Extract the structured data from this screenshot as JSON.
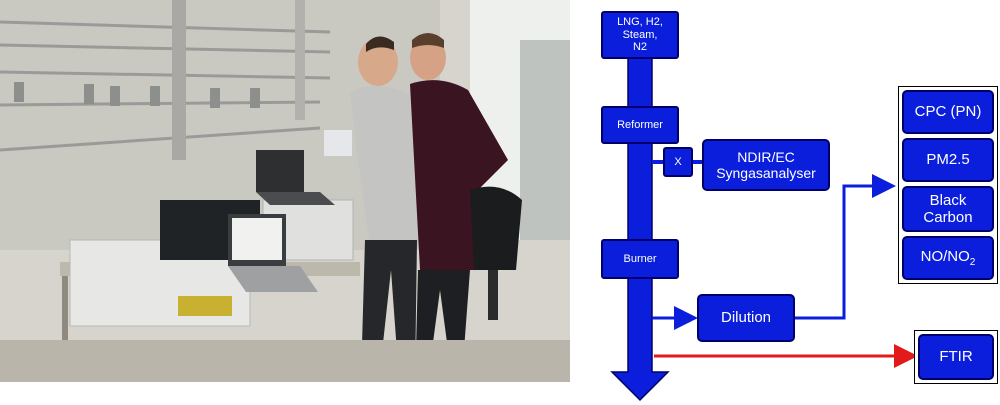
{
  "photo": {
    "icon": "lab-photo"
  },
  "diagram": {
    "input": "LNG, H2,\nSteam,\nN2",
    "reformer": "Reformer",
    "x_node": "X",
    "ndir": "NDIR/EC\nSyngasanalyser",
    "burner": "Burner",
    "dilution": "Dilution",
    "cpc": "CPC (PN)",
    "pm": "PM2.5",
    "black_carbon": "Black\nCarbon",
    "no_main": "NO/NO",
    "no_sub": "2",
    "ftir": "FTIR",
    "colors": {
      "box": "#0a1edc",
      "border": "#00006a",
      "ftir_line": "#e11a1a"
    }
  }
}
